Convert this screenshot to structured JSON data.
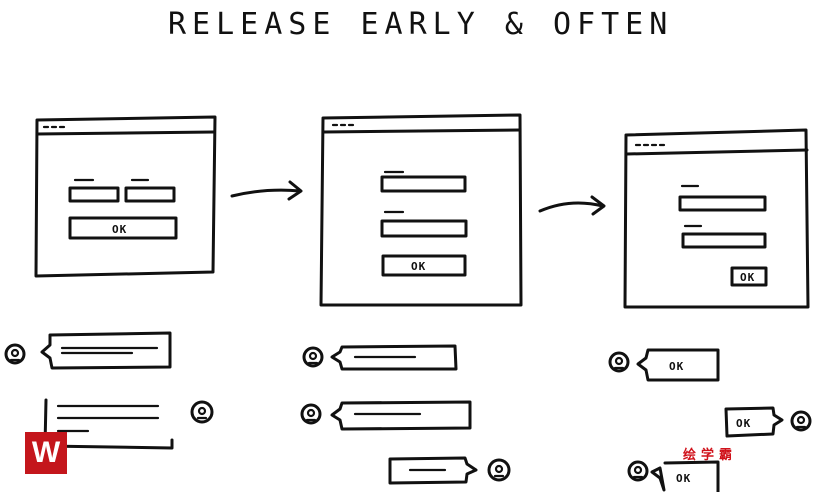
{
  "title": "RELEASE EARLY & OFTEN",
  "stages": [
    {
      "ok_label": "OK"
    },
    {
      "ok_label": "OK"
    },
    {
      "ok_label": "OK"
    }
  ],
  "feedback": {
    "right_bubbles": [
      "OK",
      "OK",
      "OK"
    ]
  },
  "logo": {
    "letter": "W",
    "color": "#c4161c"
  },
  "watermark": "绘学霸"
}
